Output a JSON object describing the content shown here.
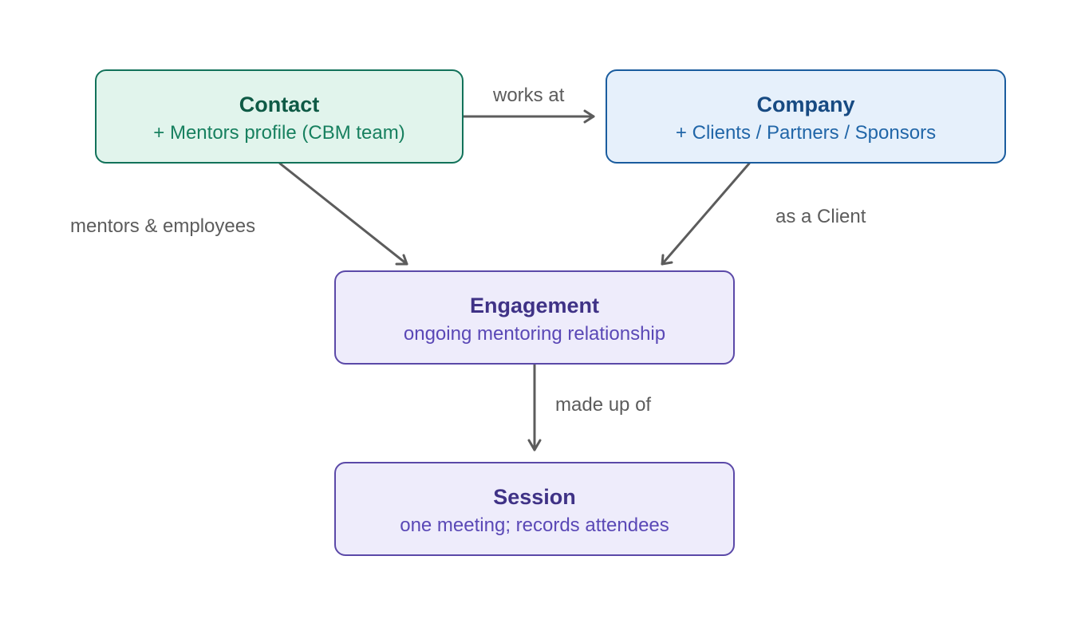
{
  "diagram": {
    "nodes": {
      "contact": {
        "title": "Contact",
        "subtitle": "+ Mentors profile (CBM team)",
        "colors": {
          "fill": "#e1f4ec",
          "border": "#12725a",
          "title": "#0e5a45",
          "subtitle": "#17805f"
        }
      },
      "company": {
        "title": "Company",
        "subtitle": "+ Clients / Partners / Sponsors",
        "colors": {
          "fill": "#e6f0fb",
          "border": "#1a5c9e",
          "title": "#174a82",
          "subtitle": "#2166a8"
        }
      },
      "engagement": {
        "title": "Engagement",
        "subtitle": "ongoing mentoring relationship",
        "colors": {
          "fill": "#eeecfb",
          "border": "#5b49a8",
          "title": "#3f3286",
          "subtitle": "#5a48b6"
        }
      },
      "session": {
        "title": "Session",
        "subtitle": "one meeting; records attendees",
        "colors": {
          "fill": "#eeecfb",
          "border": "#5b49a8",
          "title": "#3f3286",
          "subtitle": "#5a48b6"
        }
      }
    },
    "edges": [
      {
        "from": "contact",
        "to": "company",
        "label": "works at"
      },
      {
        "from": "contact",
        "to": "engagement",
        "label": "mentors & employees"
      },
      {
        "from": "company",
        "to": "engagement",
        "label": "as a Client"
      },
      {
        "from": "engagement",
        "to": "session",
        "label": "made up of"
      }
    ],
    "edge_color": "#5c5c5c"
  }
}
